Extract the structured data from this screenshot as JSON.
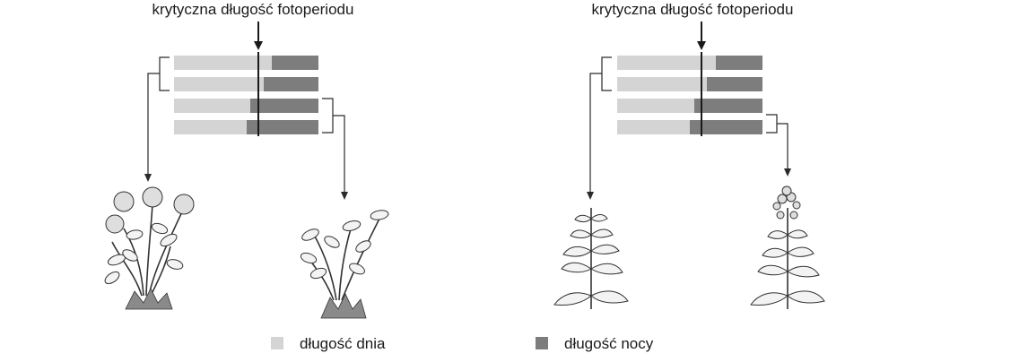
{
  "diagram": {
    "left_panel": {
      "critical_label": "krytyczna długość fotoperiodu",
      "bars": [
        {
          "day": 0.68
        },
        {
          "day": 0.62
        },
        {
          "day": 0.53
        },
        {
          "day": 0.5
        }
      ],
      "critical": 0.58
    },
    "right_panel": {
      "critical_label": "krytyczna długość fotoperiodu",
      "bars": [
        {
          "day": 0.68
        },
        {
          "day": 0.62
        },
        {
          "day": 0.53
        },
        {
          "day": 0.5
        }
      ],
      "critical": 0.58
    },
    "legend": {
      "day": "długość dnia",
      "night": "długość nocy"
    },
    "colors": {
      "day": "#d4d4d4",
      "night": "#7d7d7d"
    }
  }
}
